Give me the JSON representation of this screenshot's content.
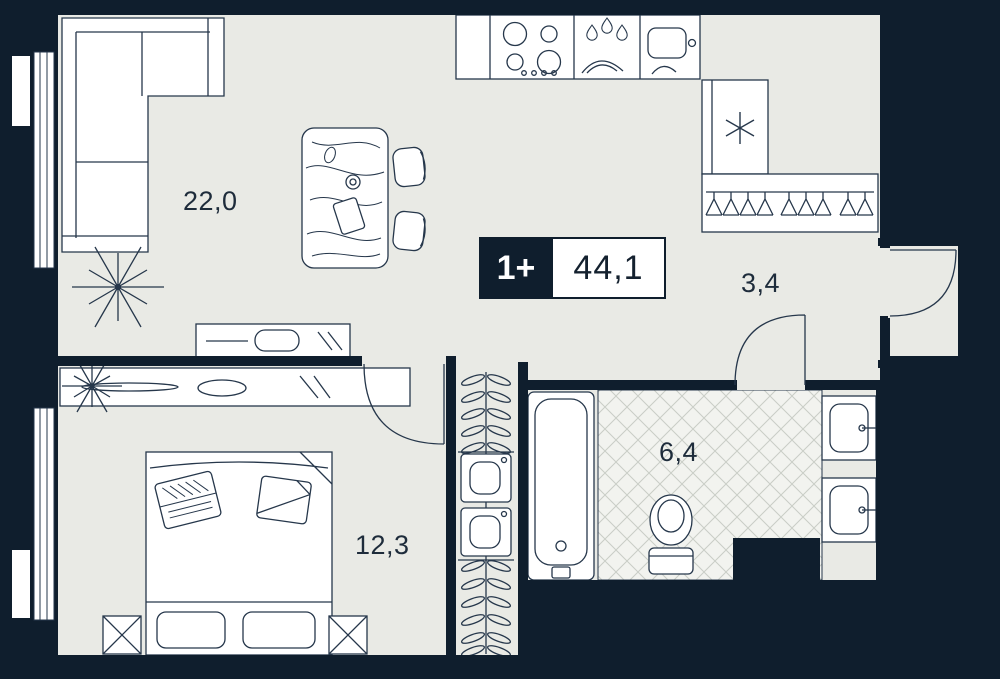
{
  "plan": {
    "type_label": "1+",
    "total_area": "44,1"
  },
  "rooms": {
    "living_kitchen": {
      "area": "22,0"
    },
    "hallway": {
      "area": "3,4"
    },
    "bedroom": {
      "area": "12,3"
    },
    "bathroom": {
      "area": "6,4"
    }
  },
  "colors": {
    "background": "#0f1e2d",
    "floor": "#e9eae5",
    "line": "#26374b",
    "tile_line": "#c9cdc6",
    "white": "#ffffff"
  },
  "icons": {
    "living_kitchen": [
      "corner-sofa-icon",
      "plant-icon",
      "dining-table-icon",
      "chair-icon",
      "tablet-icon",
      "cup-icon",
      "stove-icon",
      "water-drops-icon",
      "kitchen-sink-icon",
      "dish-rack-icon",
      "fridge-snowflake-icon",
      "wardrobe-hangers-icon",
      "sideboard-icon"
    ],
    "bedroom": [
      "plant-icon",
      "dresser-icon",
      "double-bed-icon",
      "pillow-icon",
      "laptop-icon",
      "magazine-icon",
      "side-table-icon",
      "window-icon"
    ],
    "utility": [
      "ladder-rack-icon",
      "washing-machine-icon",
      "dryer-icon"
    ],
    "bathroom": [
      "bathtub-icon",
      "toilet-icon",
      "bathroom-sink-icon",
      "tiled-floor"
    ],
    "doors": [
      "door-arc-icon"
    ]
  }
}
